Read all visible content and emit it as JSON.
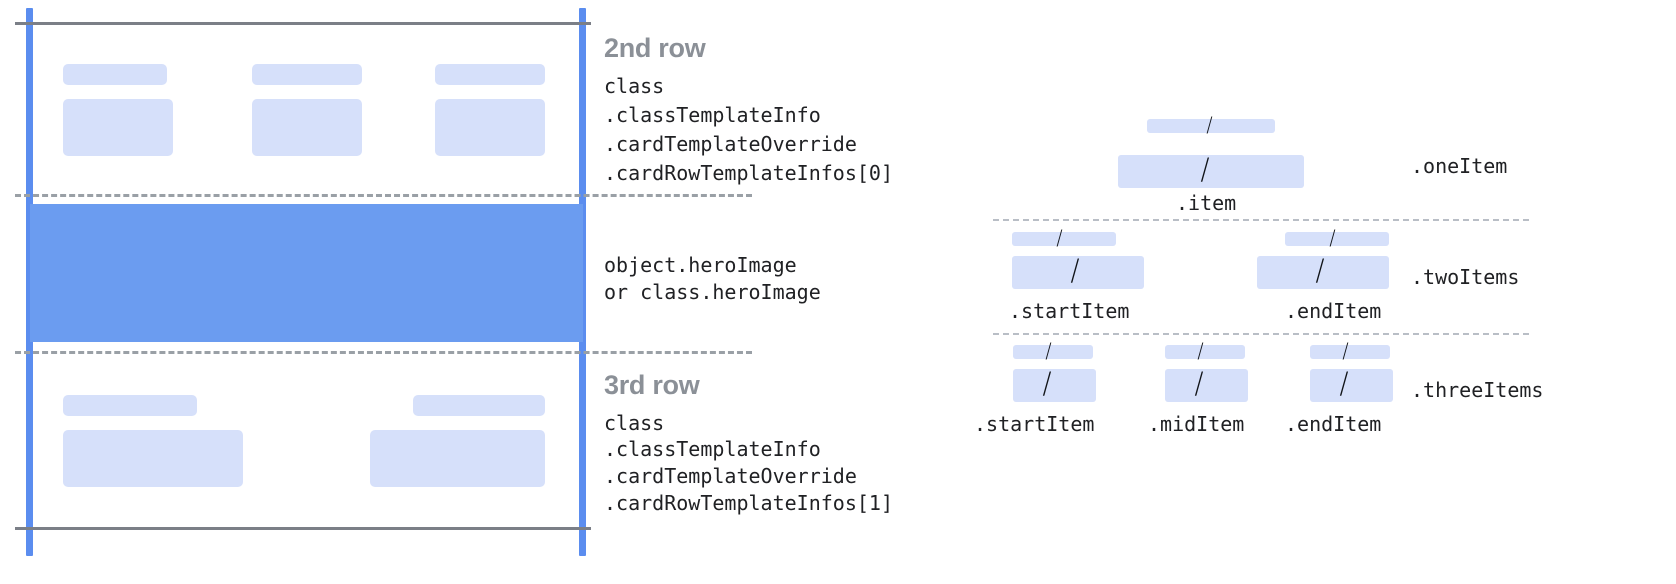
{
  "left_panel": {
    "second_row": {
      "title": "2nd row",
      "code_lines": [
        "class",
        ".classTemplateInfo",
        ".cardTemplateOverride",
        ".cardRowTemplateInfos[0]"
      ]
    },
    "hero": {
      "code_lines": [
        "object.heroImage",
        "or class.heroImage"
      ]
    },
    "third_row": {
      "title": "3rd row",
      "code_lines": [
        "class",
        ".classTemplateInfo",
        ".cardTemplateOverride",
        ".cardRowTemplateInfos[1]"
      ]
    }
  },
  "right_panel": {
    "groups": [
      {
        "name": ".oneItem",
        "slots": [
          {
            "caption": ".item"
          }
        ]
      },
      {
        "name": ".twoItems",
        "slots": [
          {
            "caption": ".startItem"
          },
          {
            "caption": ".endItem"
          }
        ]
      },
      {
        "name": ".threeItems",
        "slots": [
          {
            "caption": ".startItem"
          },
          {
            "caption": ".midItem"
          },
          {
            "caption": ".endItem"
          }
        ]
      }
    ],
    "slot_glyph": "/"
  },
  "colors": {
    "accent_blue": "#5b8def",
    "hero_blue": "#6b9cf0",
    "chip_blue": "#d6e0fa",
    "rule_gray": "#7b7f87",
    "dash_gray": "#9aa0a6",
    "title_gray": "#8b9097",
    "code_text": "#202124"
  }
}
